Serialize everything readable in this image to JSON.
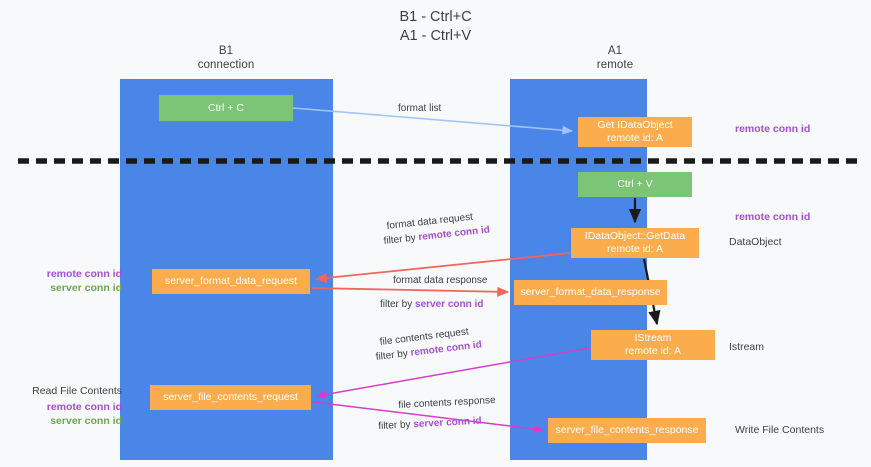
{
  "title": {
    "line1": "B1 - Ctrl+C",
    "line2": "A1 - Ctrl+V"
  },
  "lanes": [
    {
      "name": "B1",
      "sub": "connection",
      "color": "#4a86e8"
    },
    {
      "name": "A1",
      "sub": "remote",
      "color": "#4a86e8"
    }
  ],
  "boxes": {
    "ctrl_c": {
      "line1": "Ctrl + C",
      "color": "#7cc576"
    },
    "data_object": {
      "line1": "Get IDataObject",
      "line2": "remote id: A",
      "color": "#fbad4d"
    },
    "ctrl_v": {
      "line1": "Ctrl + V",
      "color": "#7cc576"
    },
    "get_data": {
      "line1": "IDataObject::GetData",
      "line2": "remote id: A",
      "color": "#fbad4d"
    },
    "server_format_data_request": {
      "line1": "server_format_data_request",
      "color": "#fbad4d"
    },
    "server_format_data_response": {
      "line1": "server_format_data_response",
      "color": "#fbad4d"
    },
    "istream": {
      "line1": "IStream",
      "line2": "remote id: A",
      "color": "#fbad4d"
    },
    "server_file_contents_request": {
      "line1": "server_file_contents_request",
      "color": "#fbad4d"
    },
    "server_file_contents_response": {
      "line1": "server_file_contents_response",
      "color": "#fbad4d"
    }
  },
  "arrow_labels": {
    "format_list": "format list",
    "format_data_request": "format data request",
    "format_data_request_filter_prefix": "filter by ",
    "format_data_request_filter_key": "remote conn id",
    "format_data_response": "format data response",
    "format_data_response_filter_prefix": "filter by ",
    "format_data_response_filter_key": "server conn id",
    "file_contents_request": "file contents request",
    "file_contents_request_filter_prefix": "filter by ",
    "file_contents_request_filter_key": "remote conn id",
    "file_contents_response": "file contents response",
    "file_contents_response_filter_prefix": "filter by ",
    "file_contents_response_filter_key": "server conn id"
  },
  "annotations": {
    "right_remote_conn_id_top": "remote conn id",
    "right_remote_conn_id_mid": "remote conn id",
    "right_dataobject": "DataObject",
    "right_istream": "Istream",
    "right_write_file_contents": "Write File Contents",
    "left_remote_conn_id_top": "remote conn id",
    "left_server_conn_id_top": "server conn id",
    "left_read_file_contents": "Read File Contents",
    "left_remote_conn_id_bottom": "remote conn id",
    "left_server_conn_id_bottom": "server conn id"
  },
  "colors": {
    "lane_blue": "#4a86e8",
    "green_box": "#7cc576",
    "orange_box": "#fbad4d",
    "remote_conn_id": "#a64fd6",
    "server_conn_id": "#6aa84f",
    "arrow_red": "#f0655c",
    "arrow_magenta": "#d63ec8",
    "arrow_lightblue": "#9fc5f8",
    "arrow_black": "#1a1a1a",
    "divider": "#1a1a1a",
    "background": "#f8f9fa"
  }
}
